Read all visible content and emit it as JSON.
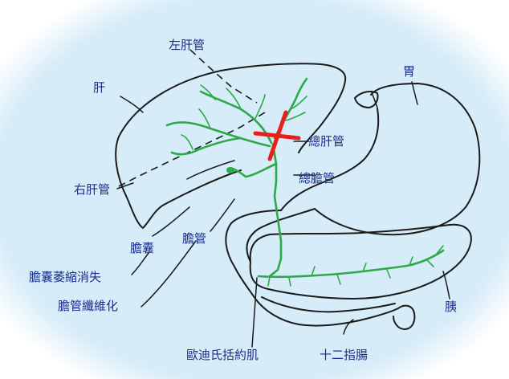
{
  "colors": {
    "background_outer": "#ffffff",
    "background_inner": "#d6ecf8",
    "outline": "#1b1b1b",
    "duct_green": "#2ea94a",
    "blockage_red": "#e8201c",
    "label_blue": "#1a2e8a"
  },
  "labels": {
    "left_hepatic_duct": "左肝管",
    "liver": "肝",
    "stomach": "胃",
    "common_hepatic_duct": "總肝管",
    "common_bile_duct": "總膽管",
    "right_hepatic_duct": "右肝管",
    "gallbladder": "膽囊",
    "bile_duct": "膽管",
    "gallbladder_atrophy": "膽囊萎縮消失",
    "bile_duct_fibrosis": "膽管纖維化",
    "pancreas": "胰",
    "sphincter_of_oddi": "歐迪氏括約肌",
    "duodenum": "十二指腸"
  }
}
